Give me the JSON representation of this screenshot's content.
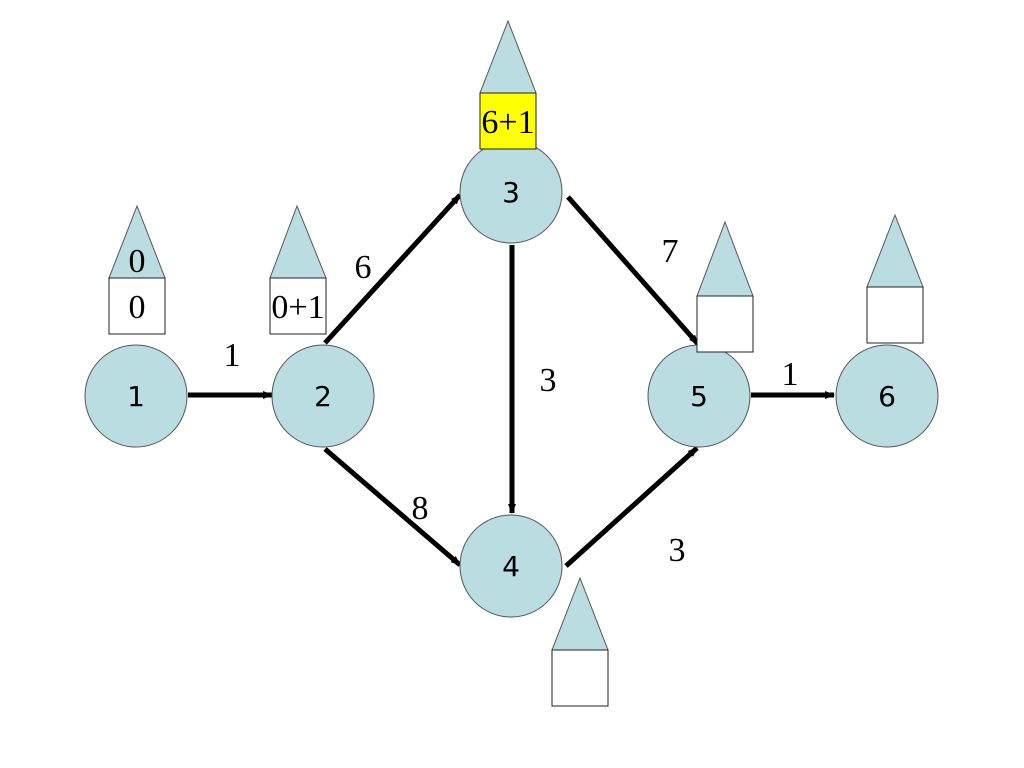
{
  "colors": {
    "node_fill": "#b9dde1",
    "node_stroke": "#555555",
    "edge": "#000000",
    "highlight": "#ffff00",
    "box_fill": "#ffffff"
  },
  "nodes": [
    {
      "id": "1",
      "label": "1"
    },
    {
      "id": "2",
      "label": "2"
    },
    {
      "id": "3",
      "label": "3"
    },
    {
      "id": "4",
      "label": "4"
    },
    {
      "id": "5",
      "label": "5"
    },
    {
      "id": "6",
      "label": "6"
    }
  ],
  "edges": [
    {
      "from": "1",
      "to": "2",
      "weight": "1"
    },
    {
      "from": "2",
      "to": "3",
      "weight": "6"
    },
    {
      "from": "2",
      "to": "4",
      "weight": "8"
    },
    {
      "from": "3",
      "to": "4",
      "weight": "3"
    },
    {
      "from": "3",
      "to": "5",
      "weight": "7"
    },
    {
      "from": "4",
      "to": "5",
      "weight": "3"
    },
    {
      "from": "5",
      "to": "6",
      "weight": "1"
    }
  ],
  "markers": [
    {
      "node": "1",
      "triangle_value": "0",
      "box_value": "0",
      "highlighted": false
    },
    {
      "node": "2",
      "triangle_value": "",
      "box_value": "0+1",
      "highlighted": false
    },
    {
      "node": "3",
      "triangle_value": "",
      "box_value": "6+1",
      "highlighted": true
    },
    {
      "node": "4",
      "triangle_value": "",
      "box_value": "",
      "highlighted": false
    },
    {
      "node": "5",
      "triangle_value": "",
      "box_value": "",
      "highlighted": false
    },
    {
      "node": "6",
      "triangle_value": "",
      "box_value": "",
      "highlighted": false
    }
  ]
}
